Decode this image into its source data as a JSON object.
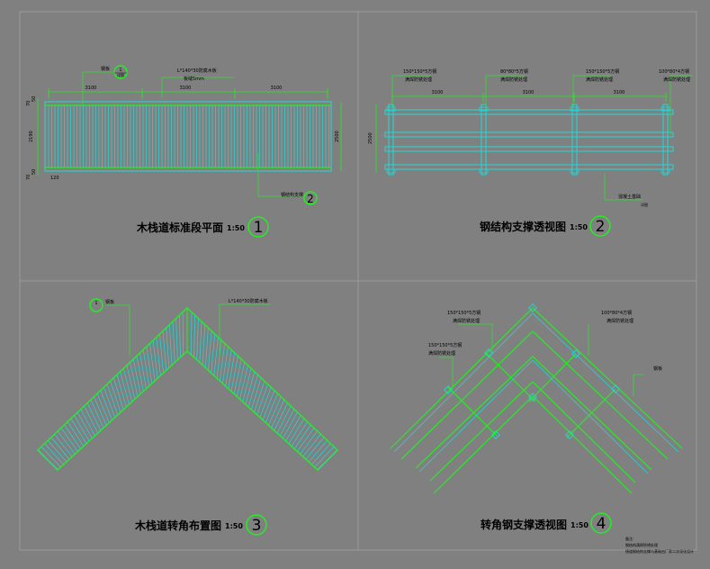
{
  "colors": {
    "background": "#808080",
    "frame": "#9a9a9a",
    "cyan": "#22d8d8",
    "green": "#22ee22",
    "leader": "#33dd33",
    "text": "#000000"
  },
  "panels": [
    {
      "title": "木栈道标准段平面",
      "scale": "1:50",
      "number": "1"
    },
    {
      "title": "钢结构支撑透视图",
      "scale": "1:50",
      "number": "2"
    },
    {
      "title": "木栈道转角布置图",
      "scale": "1:50",
      "number": "3"
    },
    {
      "title": "转角钢支撑透视图",
      "scale": "1:50",
      "number": "4"
    }
  ],
  "plan_view": {
    "bay_dimensions": [
      "3100",
      "3100",
      "3100"
    ],
    "width_dimension": "2500",
    "left_dimensions": [
      "70",
      "50",
      "2190",
      "50",
      "70"
    ],
    "bottom_dimension": "120",
    "callout_marker": "1",
    "callout_marker_sub": "详图",
    "callout_bottom_marker": "2",
    "label_top_left": "钢板",
    "label_top_mid": "L*140*30防腐木板",
    "label_top_mid_2": "板缝5mm",
    "label_bottom": "钢结构支撑"
  },
  "steel_view": {
    "bay_dimensions": [
      "3100",
      "3100",
      "3100"
    ],
    "width_dimension": "2500",
    "labels": [
      {
        "line1": "150*150*5方钢",
        "line2": "满焊防锈处理"
      },
      {
        "line1": "80*80*5方钢",
        "line2": "满焊防锈处理"
      },
      {
        "line1": "150*150*5方钢",
        "line2": "满焊防锈处理"
      },
      {
        "line1": "100*80*4方钢",
        "line2": "满焊防锈处理"
      }
    ],
    "bottom_label": "混凝土基础",
    "bottom_label_2": "详图"
  },
  "corner_plan": {
    "callout_marker": "1",
    "label_left": "钢板",
    "label_right": "L*140*30防腐木板"
  },
  "corner_steel": {
    "labels": [
      {
        "line1": "150*150*5方钢",
        "line2": "满焊防锈处理"
      },
      {
        "line1": "100*80*4方钢",
        "line2": "满焊防锈处理"
      },
      {
        "line1": "150*150*5方钢",
        "line2": "满焊防锈处理"
      },
      {
        "line1": "钢板",
        "line2": ""
      }
    ]
  },
  "notes": {
    "heading": "备注:",
    "line1": "钢结构满焊防锈处理",
    "line2": "栈道钢结构支撑与基础由厂家二次深化设计"
  }
}
